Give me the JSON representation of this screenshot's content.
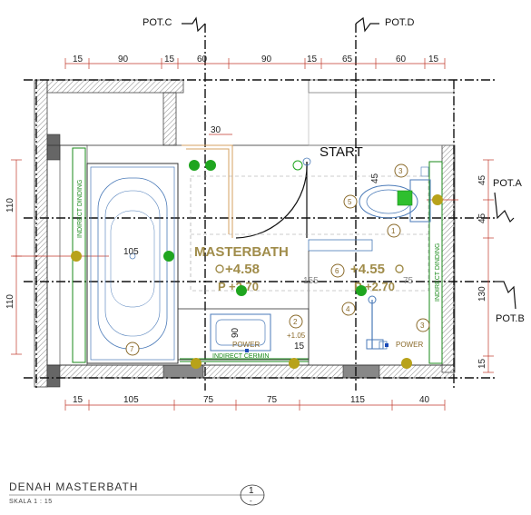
{
  "sections": {
    "pot_c": "POT.C",
    "pot_d": "POT.D",
    "pot_a": "POT.A",
    "pot_b": "POT.B"
  },
  "dims": {
    "top": [
      "15",
      "90",
      "15",
      "60",
      "90",
      "15",
      "65",
      "60",
      "15"
    ],
    "top_30": "30",
    "bottom": [
      "15",
      "105",
      "75",
      "75",
      "115",
      "40"
    ],
    "left": [
      "110",
      "110"
    ],
    "right": [
      "45",
      "45",
      "130",
      "15"
    ]
  },
  "labels": {
    "start": "START",
    "room": "MASTERBATH",
    "elev_left": "+4.58",
    "ceiling_left": "P +2.70",
    "elev_right": "+4.55",
    "ceiling_right": "P +2.70",
    "dim_105": "105",
    "dim_155": "155",
    "dim_75": "75",
    "dim_90": "90",
    "dim_15": "15",
    "dim_45": "45",
    "plus_105": "+1.05",
    "indirect_left": "INDIRECT DINDING",
    "indirect_right": "INDIRECT DINDING",
    "indirect_mirror": "INDIRECT CERMIN",
    "power_left": "POWER",
    "power_right": "POWER"
  },
  "tags": [
    "1",
    "2",
    "3",
    "3",
    "4",
    "5",
    "6",
    "7"
  ],
  "footer": {
    "title": "DENAH MASTERBATH",
    "scale": "SKALA 1 : 15",
    "sheet": "1",
    "sheet_sub": "-"
  },
  "colors": {
    "wall_hatch": "#888888",
    "fixture_blue": "#4a7ab8",
    "indirect_green": "#1a8a1a",
    "dimension_red": "#c0392b",
    "text_gold": "#a08c4a",
    "lamp_green": "#1fa51f",
    "lamp_yellow": "#b8a21a"
  }
}
